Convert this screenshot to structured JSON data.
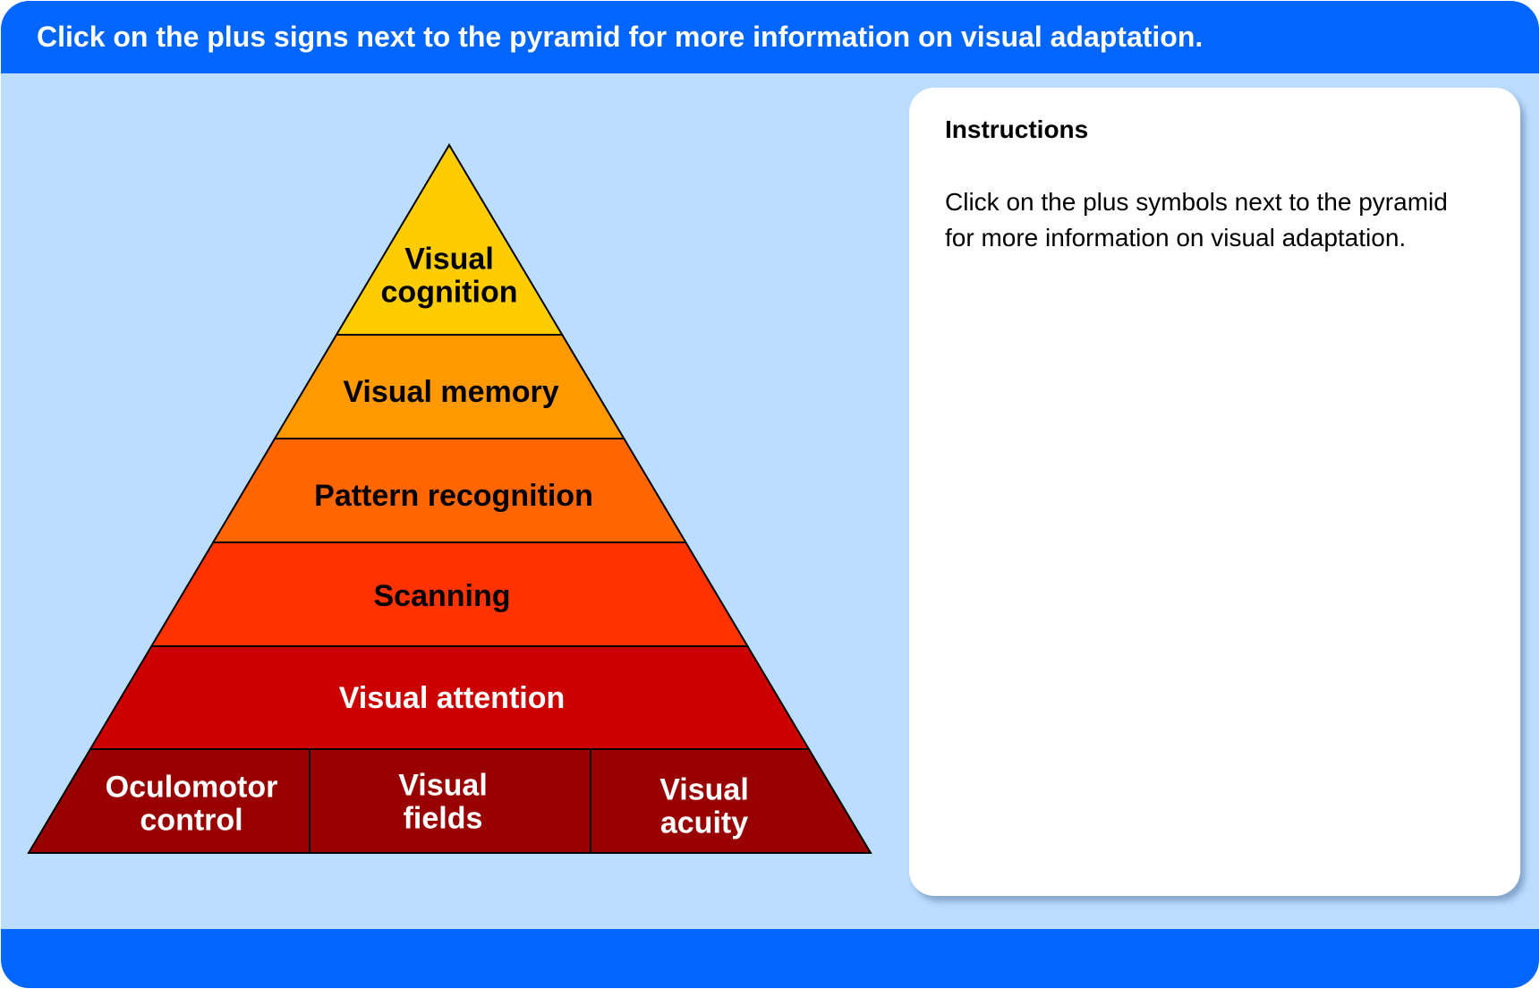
{
  "header": {
    "title": "Click on the plus signs next to the pyramid for more information on visual adaptation."
  },
  "instructions": {
    "heading": "Instructions",
    "body_lines": [
      "Click on the plus symbols next to the pyramid",
      "for more information on visual adaptation."
    ]
  },
  "pyramid": {
    "levels": [
      {
        "lines": [
          "Visual",
          "cognition"
        ],
        "fill": "#ffcc00",
        "text_color": "#000000"
      },
      {
        "lines": [
          "Visual memory"
        ],
        "fill": "#ff9900",
        "text_color": "#000000"
      },
      {
        "lines": [
          "Pattern recognition"
        ],
        "fill": "#ff6600",
        "text_color": "#000000"
      },
      {
        "lines": [
          "Scanning"
        ],
        "fill": "#ff3300",
        "text_color": "#000000"
      },
      {
        "lines": [
          "Visual attention"
        ],
        "fill": "#cc0000",
        "text_color": "#ffffff"
      }
    ],
    "base": {
      "fill": "#990000",
      "text_color": "#ffffff",
      "cells": [
        {
          "lines": [
            "Oculomotor",
            "control"
          ]
        },
        {
          "lines": [
            "Visual",
            "fields"
          ]
        },
        {
          "lines": [
            "Visual",
            "acuity"
          ]
        }
      ]
    }
  },
  "colors": {
    "header_bg": "#0066ff",
    "page_bg": "#bbddff",
    "panel_bg": "#ffffff"
  }
}
